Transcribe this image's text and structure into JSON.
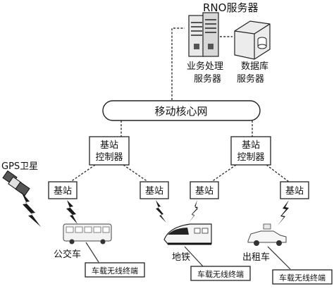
{
  "rno_server_title": "RNO服务器",
  "servers": {
    "business": [
      "业务处理",
      "服务器"
    ],
    "database": [
      "数据库",
      "服务器"
    ]
  },
  "core_network": "移动核心网",
  "controllers": [
    [
      "基站",
      "控制器"
    ],
    [
      "基站",
      "控制器"
    ]
  ],
  "base_stations": [
    "基站",
    "基站",
    "基站",
    "基站"
  ],
  "gps_label": "GPS卫星",
  "vehicles": {
    "bus": "公交车",
    "subway": "地铁",
    "taxi": "出租车"
  },
  "terminals": [
    "车载无线终端",
    "车载无线终端",
    "车载无线终端"
  ]
}
